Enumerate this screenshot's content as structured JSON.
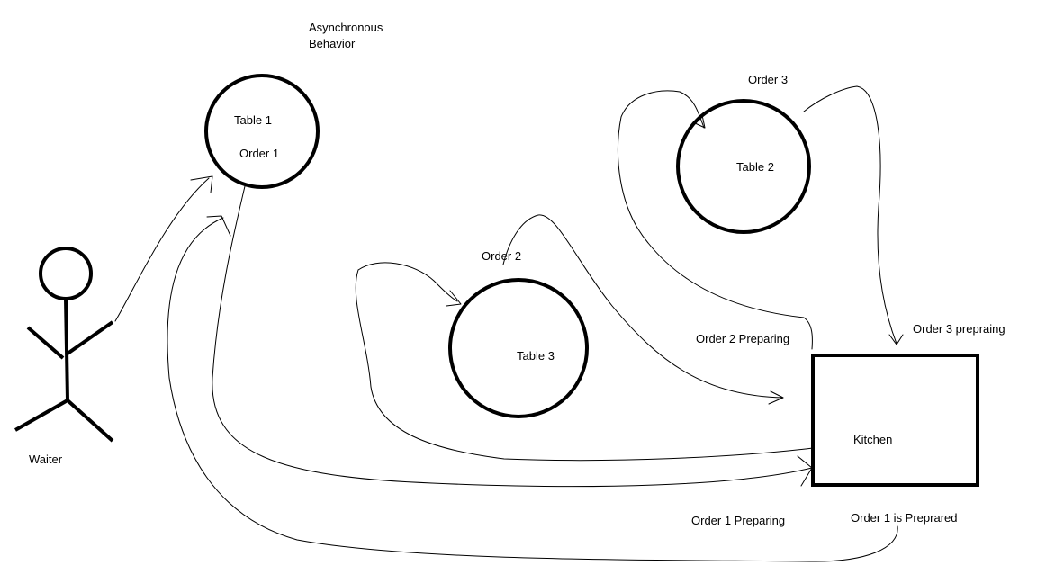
{
  "diagram": {
    "title_line1": "Asynchronous",
    "title_line2": "Behavior",
    "waiter_label": "Waiter",
    "kitchen_label": "Kitchen",
    "tables": [
      {
        "name": "Table 1",
        "order": "Order 1"
      },
      {
        "name": "Table 2",
        "order": "Order 3"
      },
      {
        "name": "Table 3",
        "order": "Order 2"
      }
    ],
    "status_labels": {
      "order2_preparing": "Order 2 Preparing",
      "order3_preparing": "Order 3 prepraing",
      "order1_preparing": "Order 1 Preparing",
      "order1_prepared": "Order 1 is Preprared"
    }
  },
  "colors": {
    "background": "#ffffff",
    "ink": "#000000"
  }
}
